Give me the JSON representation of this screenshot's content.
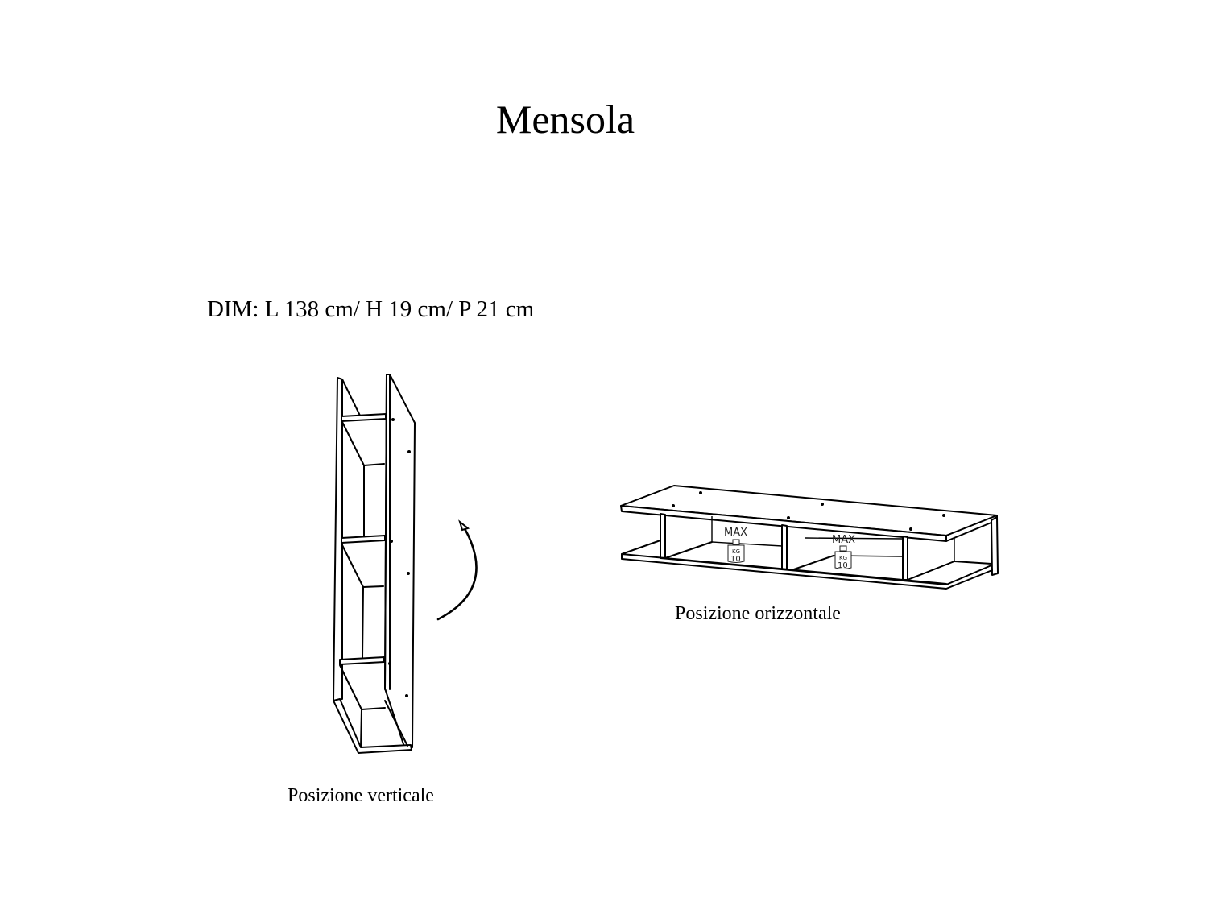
{
  "page": {
    "title": "Mensola",
    "dimensions": "DIM: L 138 cm/  H 19 cm/  P 21 cm"
  },
  "figures": {
    "vertical": {
      "caption": "Posizione verticale",
      "rotation_arrow": "rotate-arrow-icon"
    },
    "horizontal": {
      "caption": "Posizione orizzontale",
      "load_labels": [
        {
          "max": "MAX",
          "unit": "KG",
          "value": "10"
        },
        {
          "max": "MAX",
          "unit": "KG",
          "value": "10"
        }
      ]
    }
  },
  "colors": {
    "background": "#ffffff",
    "ink": "#000000"
  }
}
